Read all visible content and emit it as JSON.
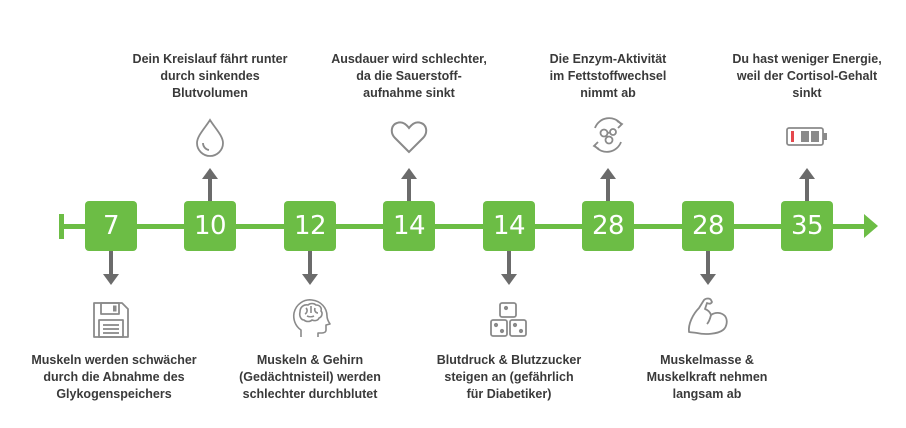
{
  "milestones": [
    {
      "day": "7",
      "position": "below",
      "text": "Muskeln werden schwächer\ndurch die Abnahme des\nGlykogenspeichers",
      "icon": "floppy-disk-icon"
    },
    {
      "day": "10",
      "position": "above",
      "text": "Dein Kreislauf fährt runter\ndurch sinkendes\nBlutvolumen",
      "icon": "blood-drop-icon"
    },
    {
      "day": "12",
      "position": "below",
      "text": "Muskeln & Gehirn\n(Gedächtnisteil) werden\nschlechter durchblutet",
      "icon": "head-brain-icon"
    },
    {
      "day": "14",
      "position": "above",
      "text": "Ausdauer wird schlechter,\nda die Sauerstoff-\naufnahme sinkt",
      "icon": "heart-icon"
    },
    {
      "day": "14",
      "position": "below",
      "text": "Blutdruck & Blutzzucker\nsteigen an (gefährlich\nfür Diabetiker)",
      "icon": "sugar-cubes-icon"
    },
    {
      "day": "28",
      "position": "above",
      "text": "Die Enzym-Aktivität\nim Fettstoffwechsel\nnimmt ab",
      "icon": "enzyme-cycle-icon"
    },
    {
      "day": "28",
      "position": "below",
      "text": "Muskelmasse &\nMuskelkraft nehmen\nlangsam ab",
      "icon": "flexed-arm-icon"
    },
    {
      "day": "35",
      "position": "above",
      "text": "Du hast weniger Energie,\nweil der Cortisol-Gehalt\nsinkt",
      "icon": "battery-icon"
    }
  ],
  "colors": {
    "accent": "#6cbd45",
    "arrow": "#6b6b6b",
    "text": "#3a3a3a",
    "icon": "#8a8a8a"
  }
}
